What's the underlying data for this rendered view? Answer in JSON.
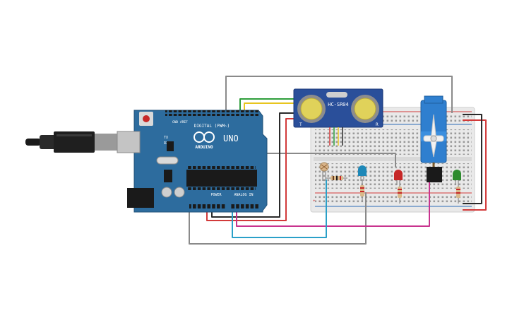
{
  "arduino": {
    "logo_text": "ARDUINO",
    "model": "UNO",
    "digital_header": "DIGITAL (PWM~)",
    "power_header": "POWER",
    "analog_header": "ANALOG IN",
    "aref": "AREF",
    "gnd": "GND",
    "tx": "TX",
    "rx": "RX"
  },
  "sensor": {
    "label": "HC-SR04",
    "left_mark": "T",
    "right_mark": "R"
  },
  "breadboard": {
    "rails_top": "+ -",
    "rails_bottom": "+ -"
  },
  "colors": {
    "board": "#2d6c9e",
    "board_dark": "#1f4f77",
    "breadboard": "#e9e9e9",
    "wire_gray": "#8a8a8a",
    "wire_red": "#d23a3a",
    "wire_black": "#2a2a2a",
    "wire_green": "#2e9e3a",
    "wire_yellow": "#e8c51f",
    "wire_magenta": "#c8338e",
    "wire_cyan": "#2aa0c8",
    "led_red": "#c62828",
    "led_blue": "#1e88b8",
    "led_green": "#2e8b2e",
    "servo": "#2f7fcf"
  },
  "icons": [
    "usb-cable-icon",
    "reset-button-icon",
    "barrel-jack-icon",
    "capacitor-icon",
    "crystal-icon"
  ]
}
